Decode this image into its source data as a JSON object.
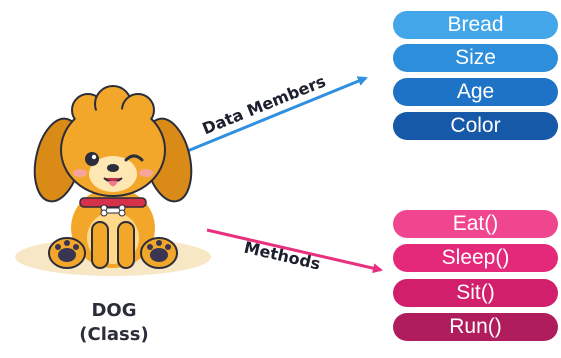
{
  "labels": {
    "data_members": "Data Members",
    "methods": "Methods"
  },
  "dog": {
    "name": "DOG",
    "kind": "(Class)"
  },
  "data_members": [
    {
      "label": "Bread",
      "color": "#43a6e8"
    },
    {
      "label": "Size",
      "color": "#2d8fdc"
    },
    {
      "label": "Age",
      "color": "#1e73c6"
    },
    {
      "label": "Color",
      "color": "#1659a8"
    }
  ],
  "methods": [
    {
      "label": "Eat()",
      "color": "#f0468f"
    },
    {
      "label": "Sleep()",
      "color": "#e4287a"
    },
    {
      "label": "Sit()",
      "color": "#d11f6c"
    },
    {
      "label": "Run()",
      "color": "#b01d5c"
    }
  ],
  "colors": {
    "data_arrow": "#2f8fe0",
    "methods_arrow": "#e8307f",
    "label_text": "#1c1f2e",
    "dog_fur": "#f2a72a",
    "dog_fur_dark": "#d98a17",
    "collar": "#d6304a",
    "ground": "#f7e7c5"
  },
  "icons": {
    "dog": "puppy-illustration",
    "bone": "bone-icon"
  }
}
